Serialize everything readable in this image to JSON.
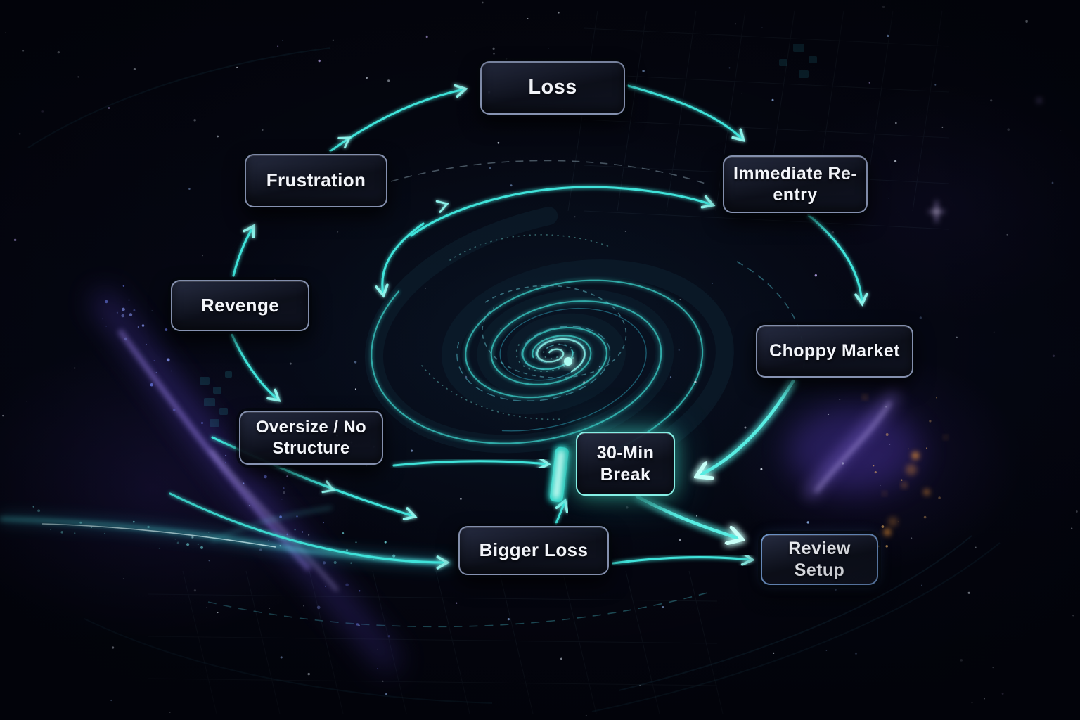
{
  "nodes": [
    {
      "id": "loss",
      "label": "Loss"
    },
    {
      "id": "frustration",
      "label": "Frustration"
    },
    {
      "id": "immediate-reentry",
      "label": "Immediate Re-entry"
    },
    {
      "id": "revenge",
      "label": "Revenge"
    },
    {
      "id": "choppy-market",
      "label": "Choppy Market"
    },
    {
      "id": "oversize-no-structure",
      "label": "Oversize / No Structure"
    },
    {
      "id": "thirty-min-break",
      "label": "30-Min Break",
      "highlighted": true
    },
    {
      "id": "bigger-loss",
      "label": "Bigger Loss"
    },
    {
      "id": "review-setup",
      "label": "Review Setup"
    }
  ],
  "edges": [
    {
      "from": "revenge",
      "to": "frustration"
    },
    {
      "from": "frustration",
      "to": "loss"
    },
    {
      "from": "loss",
      "to": "immediate-reentry"
    },
    {
      "from": "immediate-reentry",
      "to": "choppy-market"
    },
    {
      "from": "choppy-market",
      "to": "thirty-min-break"
    },
    {
      "from": "revenge",
      "to": "oversize-no-structure"
    },
    {
      "from": "oversize-no-structure",
      "to": "thirty-min-break"
    },
    {
      "from": "oversize-no-structure",
      "to": "bigger-loss"
    },
    {
      "from": "bigger-loss",
      "to": "thirty-min-break"
    },
    {
      "from": "bigger-loss",
      "to": "review-setup"
    },
    {
      "from": "thirty-min-break",
      "to": "review-setup"
    }
  ],
  "colors": {
    "accent": "#3fe3da",
    "accent-bright": "#8df2ea",
    "highlight": "#86efe5",
    "node-border": "#a0aed0",
    "text": "#f3f5fa",
    "background": "#04050d",
    "nebula-purple": "#7a5cf0",
    "spark-orange": "#ffa03a"
  }
}
